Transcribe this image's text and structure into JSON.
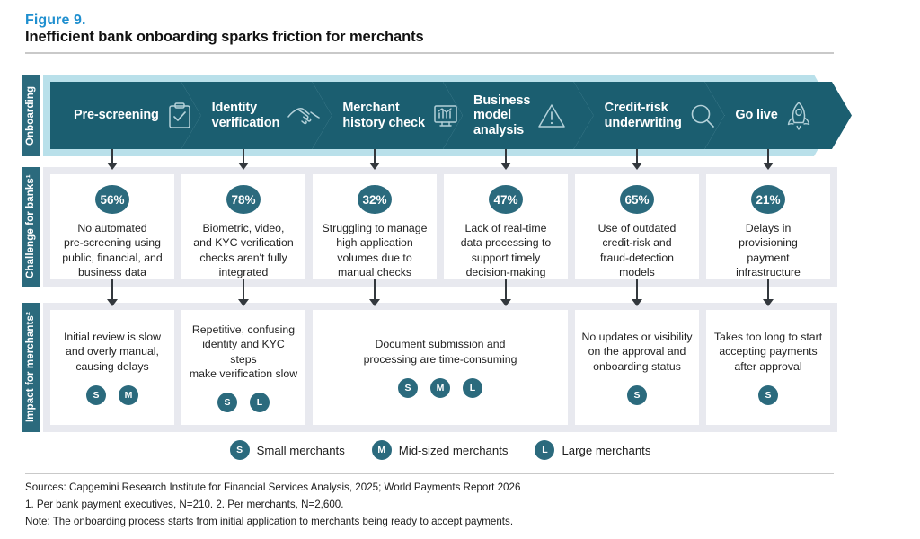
{
  "figure": {
    "label": "Figure 9.",
    "title": "Inefficient bank onboarding sparks friction for merchants"
  },
  "colors": {
    "accent_blue": "#1f8fcf",
    "teal_dark": "#1b5e70",
    "teal_label": "#2b6a7d",
    "band_light_blue": "#b9e0ea",
    "row_band": "#e8e9ef",
    "card_bg": "#ffffff",
    "connector": "#33383d"
  },
  "side_labels": {
    "onboarding": "Onboarding",
    "challenge": "Challenge for banks¹",
    "impact": "Impact for merchants²"
  },
  "stages": [
    {
      "label": "Pre-screening",
      "icon": "clipboard-check-icon"
    },
    {
      "label": "Identity\nverification",
      "icon": "handshake-icon"
    },
    {
      "label": "Merchant\nhistory check",
      "icon": "chart-monitor-icon"
    },
    {
      "label": "Business\nmodel\nanalysis",
      "icon": "warning-triangle-icon"
    },
    {
      "label": "Credit-risk\nunderwriting",
      "icon": "magnifier-icon"
    },
    {
      "label": "Go live",
      "icon": "rocket-icon"
    }
  ],
  "challenges": [
    {
      "pct": "56%",
      "text": "No automated\npre-screening using\npublic, financial, and\nbusiness data"
    },
    {
      "pct": "78%",
      "text": "Biometric, video,\nand KYC verification\nchecks aren't fully\nintegrated"
    },
    {
      "pct": "32%",
      "text": "Struggling to manage\nhigh application\nvolumes due to\nmanual checks"
    },
    {
      "pct": "47%",
      "text": "Lack of real-time\ndata processing to\nsupport timely\ndecision-making"
    },
    {
      "pct": "65%",
      "text": "Use of outdated\ncredit-risk and\nfraud-detection\nmodels"
    },
    {
      "pct": "21%",
      "text": "Delays in\nprovisioning\npayment\ninfrastructure"
    }
  ],
  "impacts": [
    {
      "text": "Initial review is slow\nand overly manual,\ncausing delays",
      "badges": [
        "S",
        "M"
      ],
      "span": 1
    },
    {
      "text": "Repetitive, confusing\nidentity and KYC steps\nmake verification slow",
      "badges": [
        "S",
        "L"
      ],
      "span": 1
    },
    {
      "text": "Document submission and\nprocessing are time-consuming",
      "badges": [
        "S",
        "M",
        "L"
      ],
      "span": 2
    },
    {
      "text": "No updates or visibility\non the approval and\nonboarding status",
      "badges": [
        "S"
      ],
      "span": 1
    },
    {
      "text": "Takes too long to start\naccepting payments\nafter approval",
      "badges": [
        "S"
      ],
      "span": 1
    }
  ],
  "legend": [
    {
      "key": "S",
      "label": "Small merchants"
    },
    {
      "key": "M",
      "label": "Mid-sized merchants"
    },
    {
      "key": "L",
      "label": "Large merchants"
    }
  ],
  "footer": {
    "line1": "Sources: Capgemini Research Institute for Financial Services Analysis, 2025; World Payments Report 2026",
    "line2": "1. Per bank payment executives, N=210. 2. Per merchants, N=2,600.",
    "line3": "Note: The onboarding process starts from initial application to merchants being ready to accept payments."
  }
}
